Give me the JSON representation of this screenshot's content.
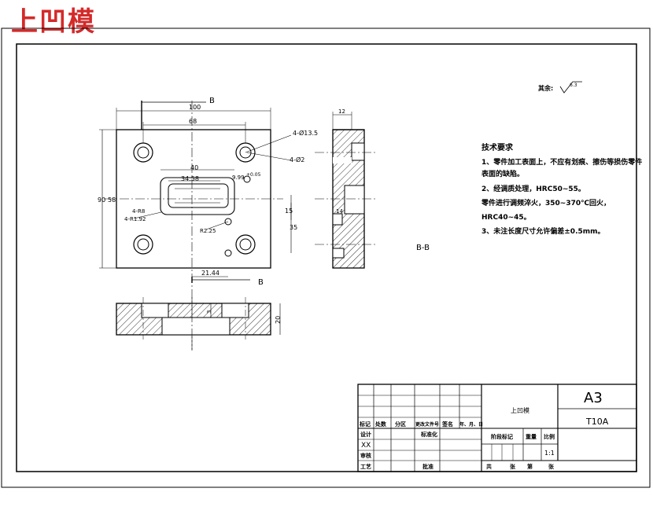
{
  "watermark": "上凹模",
  "roughness": {
    "label": "其余:",
    "value": "6.3"
  },
  "technical_requirements": {
    "title": "技术要求",
    "items": [
      "1、零件加工表面上，不应有划痕、擦伤等损伤零件",
      "表面的缺陷。",
      "2、经调质处理，HRC50~55。",
      "零件进行调频淬火，350~370℃回火，",
      "HRC40~45。",
      "3、未注长度尺寸允许偏差±0.5mm。"
    ]
  },
  "section_label": "B-B",
  "cut_labels": {
    "top": "B",
    "bottom": "B"
  },
  "dimensions": {
    "width_overall": "100",
    "width_holes": "68",
    "height_overall": "90",
    "height_holes": "58",
    "hole_label": "4-Ø13.5",
    "pin_label": "4-Ø2",
    "slot_width": "40",
    "slot_inner": "34.58",
    "slot_offset": "9.99",
    "slot_tol": "+0.05",
    "slot_height": "15",
    "vertical_35": "35",
    "r8": "4-R8",
    "r1": "4-R1.92",
    "r225": "R2.25",
    "offset_2144": "21.44",
    "thickness_12": "12",
    "depth_3": "3",
    "height_20": "20",
    "detail_14": "14"
  },
  "title_block": {
    "part_name": "上凹模",
    "paper_size": "A3",
    "material": "T10A",
    "scale": "1:1",
    "designer": "XX",
    "headers": [
      "标记",
      "处数",
      "分区",
      "更改文件号",
      "签名",
      "年、月、日"
    ],
    "row_design": "设计",
    "row_standard": "标准化",
    "row_review": "审核",
    "row_process": "工艺",
    "row_approve": "批准",
    "stage_mark": "阶段标记",
    "weight": "重量",
    "ratio": "比例",
    "sheet_total": "共",
    "sheet_label": "张",
    "sheet_no": "第",
    "sheet_label2": "张"
  }
}
